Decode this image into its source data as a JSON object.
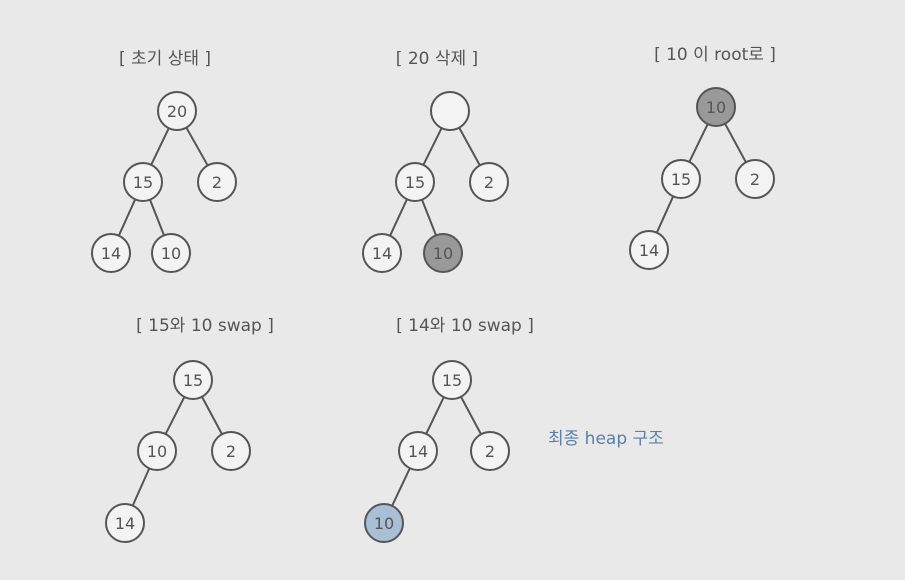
{
  "colors": {
    "default_fill": "#f3f3f3",
    "removed_fill": "#999999",
    "final_fill": "#a9bfd6",
    "note": "#5a7fa8"
  },
  "note": "최종 heap 구조",
  "panels": [
    {
      "title": "[ 초기 상태 ]",
      "nodes": [
        {
          "id": "a",
          "label": "20",
          "state": "default"
        },
        {
          "id": "b",
          "label": "15",
          "state": "default"
        },
        {
          "id": "c",
          "label": "2",
          "state": "default"
        },
        {
          "id": "d",
          "label": "14",
          "state": "default"
        },
        {
          "id": "e",
          "label": "10",
          "state": "default"
        }
      ],
      "edges": [
        [
          "a",
          "b"
        ],
        [
          "a",
          "c"
        ],
        [
          "b",
          "d"
        ],
        [
          "b",
          "e"
        ]
      ]
    },
    {
      "title": "[ 20 삭제 ]",
      "nodes": [
        {
          "id": "a",
          "label": "",
          "state": "default"
        },
        {
          "id": "b",
          "label": "15",
          "state": "default"
        },
        {
          "id": "c",
          "label": "2",
          "state": "default"
        },
        {
          "id": "d",
          "label": "14",
          "state": "default"
        },
        {
          "id": "e",
          "label": "10",
          "state": "removed"
        }
      ],
      "edges": [
        [
          "a",
          "b"
        ],
        [
          "a",
          "c"
        ],
        [
          "b",
          "d"
        ],
        [
          "b",
          "e"
        ]
      ]
    },
    {
      "title": "[ 10 이 root로 ]",
      "nodes": [
        {
          "id": "a",
          "label": "10",
          "state": "removed"
        },
        {
          "id": "b",
          "label": "15",
          "state": "default"
        },
        {
          "id": "c",
          "label": "2",
          "state": "default"
        },
        {
          "id": "d",
          "label": "14",
          "state": "default"
        }
      ],
      "edges": [
        [
          "a",
          "b"
        ],
        [
          "a",
          "c"
        ],
        [
          "b",
          "d"
        ]
      ]
    },
    {
      "title": "[ 15와 10 swap ]",
      "nodes": [
        {
          "id": "a",
          "label": "15",
          "state": "default"
        },
        {
          "id": "b",
          "label": "10",
          "state": "default"
        },
        {
          "id": "c",
          "label": "2",
          "state": "default"
        },
        {
          "id": "d",
          "label": "14",
          "state": "default"
        }
      ],
      "edges": [
        [
          "a",
          "b"
        ],
        [
          "a",
          "c"
        ],
        [
          "b",
          "d"
        ]
      ]
    },
    {
      "title": "[ 14와 10 swap ]",
      "nodes": [
        {
          "id": "a",
          "label": "15",
          "state": "default"
        },
        {
          "id": "b",
          "label": "14",
          "state": "default"
        },
        {
          "id": "c",
          "label": "2",
          "state": "default"
        },
        {
          "id": "d",
          "label": "10",
          "state": "final"
        }
      ],
      "edges": [
        [
          "a",
          "b"
        ],
        [
          "a",
          "c"
        ],
        [
          "b",
          "d"
        ]
      ]
    }
  ]
}
